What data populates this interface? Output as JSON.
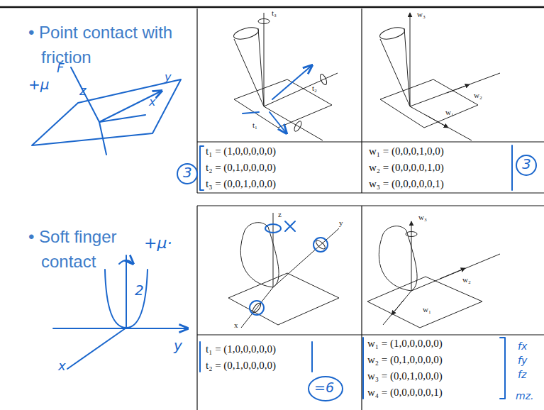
{
  "diagram": {
    "labels": [
      "• Point contact with friction",
      "• Soft finger contact",
      "t₁ = (1,0,0,0,0,0)",
      "t₂ = (0,1,0,0,0,0)",
      "t₃ = (0,0,1,0,0,0)",
      "w₁ = (0,0,0,1,0,0)",
      "w₂ = (0,0,0,0,1,0)",
      "w₃ = (0,0,0,0,0,1)",
      "t₁ = (1,0,0,0,0,0)",
      "t₂ = (0,1,0,0,0,0)",
      "w₁ = (1,0,0,0,0,0)",
      "w₂ = (0,1,0,0,0,0)",
      "w₃ = (0,0,1,0,0,0)",
      "w₄ = (0,0,0,0,0,1)",
      "t₃",
      "t₂",
      "t₁",
      "w₃",
      "w₂",
      "w₁",
      "z",
      "y",
      "x",
      "w₃",
      "w₂",
      "w₁",
      "3",
      "3",
      "=6",
      "+μ",
      "F",
      "z",
      "y",
      "x",
      "+μ·",
      "2",
      "x",
      "y",
      "fx",
      "fy",
      "fz",
      "mz."
    ]
  }
}
